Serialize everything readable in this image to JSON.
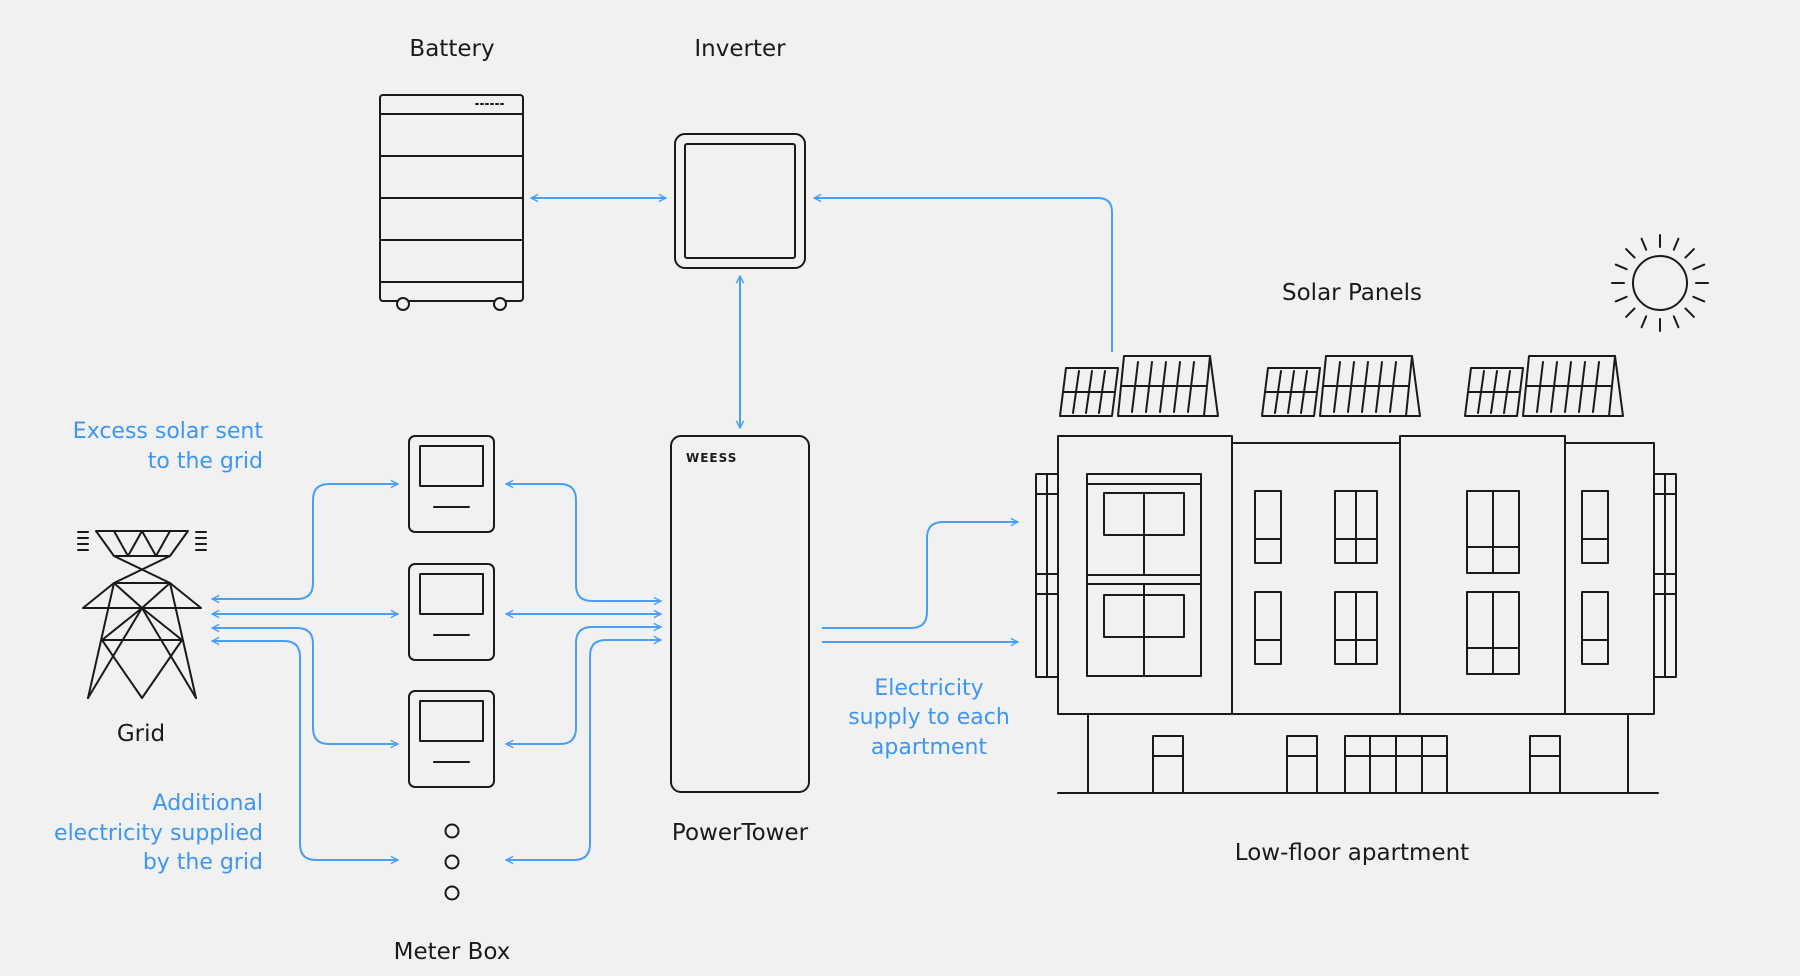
{
  "colors": {
    "background": "#f1f1f1",
    "line": "#1a1a1a",
    "flow": "#4a9ff5",
    "annotation": "#3d96f2"
  },
  "labels": {
    "battery": "Battery",
    "inverter": "Inverter",
    "solar_panels": "Solar Panels",
    "grid": "Grid",
    "powertower": "PowerTower",
    "meter_box": "Meter Box",
    "apartment": "Low-floor apartment",
    "brand": "WEESS"
  },
  "annotations": {
    "excess_solar": [
      "Excess solar sent",
      "to the grid"
    ],
    "additional_grid": [
      "Additional",
      "electricity supplied",
      "by the grid"
    ],
    "electricity_supply": [
      "Electricity",
      "supply to each",
      "apartment"
    ]
  },
  "icons": [
    "battery-icon",
    "inverter-icon",
    "powertower-icon",
    "meter-icon",
    "grid-tower-icon",
    "sun-icon",
    "solar-panel-icon",
    "apartment-building-icon"
  ]
}
